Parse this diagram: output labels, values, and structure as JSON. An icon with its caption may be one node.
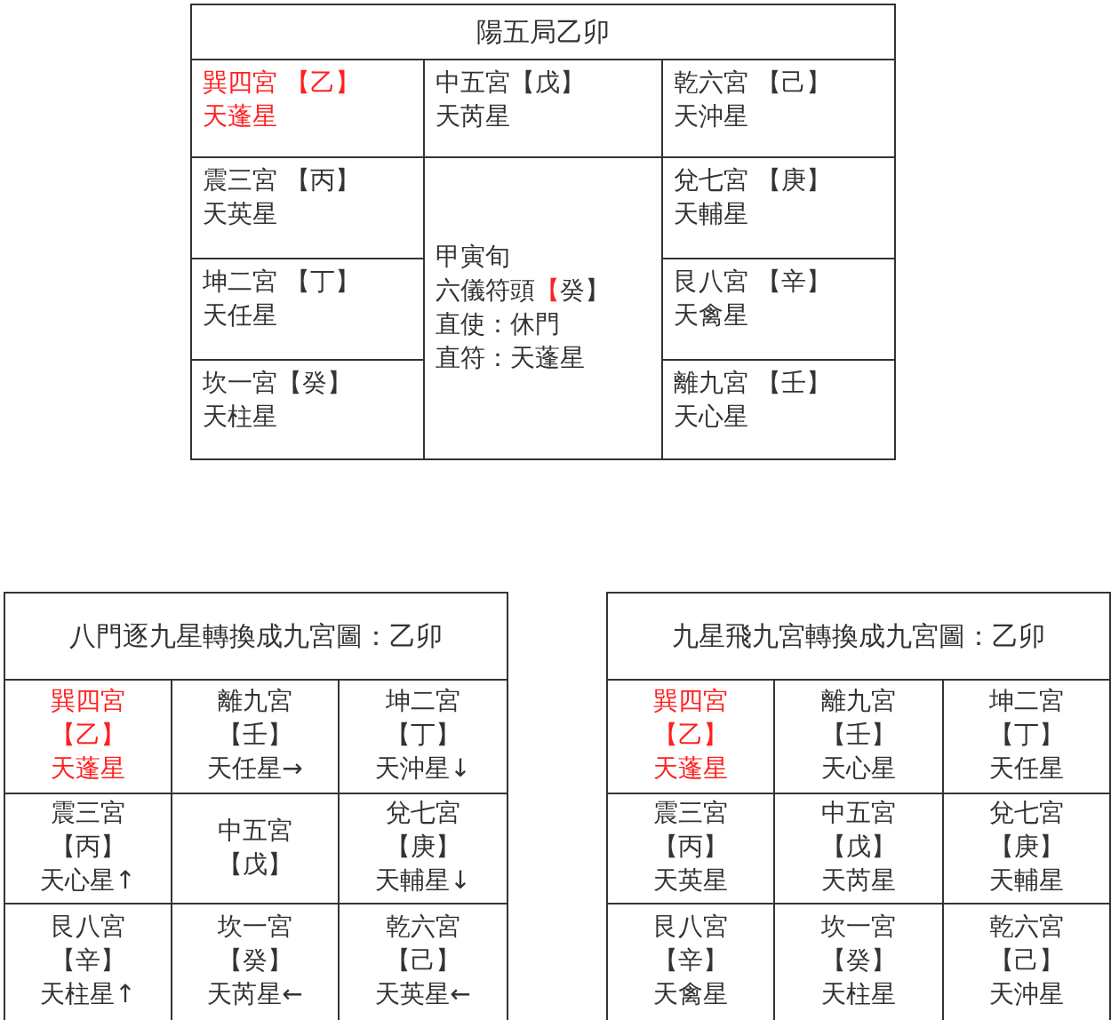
{
  "diagram": {
    "nodes": [
      {
        "text": [
          "陽五局乙卯"
        ]
      },
      {
        "text": [
          "巽四宮 【乙】",
          "天蓬星"
        ]
      },
      {
        "text": [
          "中五宮【戊】",
          "天芮星"
        ]
      },
      {
        "text": [
          "乾六宮 【己】",
          "天沖星"
        ]
      },
      {
        "text": [
          "震三宮 【丙】",
          "天英星"
        ]
      },
      {
        "text": [
          "甲寅旬",
          "六儀符頭【癸】",
          "直使：休門",
          "直符：天蓬星"
        ]
      },
      {
        "text": [
          "兌七宮 【庚】",
          "天輔星"
        ]
      },
      {
        "text": [
          "坤二宮 【丁】",
          "天任星"
        ]
      },
      {
        "text": [
          "艮八宮 【辛】",
          "天禽星"
        ]
      },
      {
        "text": [
          "坎一宮【癸】",
          "天柱星"
        ]
      },
      {
        "text": [
          "離九宮 【壬】",
          "天心星"
        ]
      },
      {
        "text": [
          "八門逐九星轉換成九宮圖：乙卯"
        ]
      },
      {
        "text": [
          "巽四宮",
          "【乙】",
          "天蓬星"
        ]
      },
      {
        "text": [
          "離九宮",
          "【壬】",
          "天任星→"
        ]
      },
      {
        "text": [
          "坤二宮",
          "【丁】",
          "天沖星↓"
        ]
      },
      {
        "text": [
          "震三宮",
          "【丙】",
          "天心星↑"
        ]
      },
      {
        "text": [
          "中五宮",
          "【戊】"
        ]
      },
      {
        "text": [
          "兌七宮",
          "【庚】",
          "天輔星↓"
        ]
      },
      {
        "text": [
          "艮八宮",
          "【辛】",
          "天柱星↑"
        ]
      },
      {
        "text": [
          "坎一宮",
          "【癸】",
          "天芮星←"
        ]
      },
      {
        "text": [
          "乾六宮",
          "【己】",
          "天英星←"
        ]
      },
      {
        "text": [
          "九星飛九宮轉換成九宮圖：乙卯"
        ]
      },
      {
        "text": [
          "巽四宮",
          "【乙】",
          "天蓬星"
        ]
      },
      {
        "text": [
          "離九宮",
          "【壬】",
          "天心星"
        ]
      },
      {
        "text": [
          "坤二宮",
          "【丁】",
          "天任星"
        ]
      },
      {
        "text": [
          "震三宮",
          "【丙】",
          "天英星"
        ]
      },
      {
        "text": [
          "中五宮",
          "【戊】",
          "天芮星"
        ]
      },
      {
        "text": [
          "兌七宮",
          "【庚】",
          "天輔星"
        ]
      },
      {
        "text": [
          "艮八宮",
          "【辛】",
          "天禽星"
        ]
      },
      {
        "text": [
          "坎一宮",
          "【癸】",
          "天柱星"
        ]
      },
      {
        "text": [
          "乾六宮",
          "【己】",
          "天沖星"
        ]
      }
    ]
  }
}
